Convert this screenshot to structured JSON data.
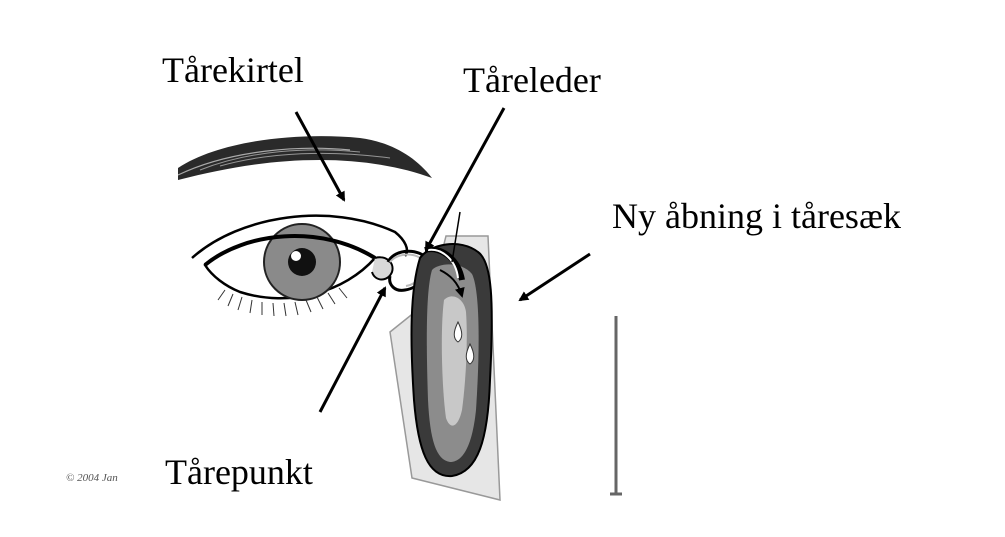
{
  "labels": {
    "lacrimal_gland": "Tårekirtel",
    "lacrimal_duct": "Tåreleder",
    "new_opening": "Ny åbning i tåresæk",
    "lacrimal_punctum": "Tårepunkt"
  },
  "copyright": "© 2004 Jan",
  "colors": {
    "text": "#000000",
    "iris": "#8a8a8a",
    "pupil": "#111111",
    "sac_dark": "#3a3a3a",
    "sac_mid": "#8c8c8c",
    "sac_light": "#c8c8c8",
    "skin": "#e6e6e6"
  }
}
